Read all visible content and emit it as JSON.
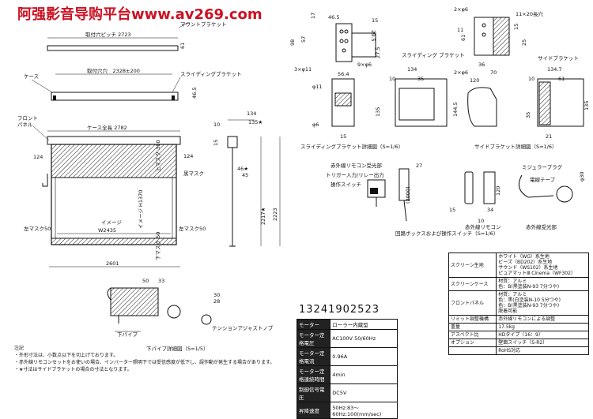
{
  "watermark": {
    "text": "阿强影音导购平台www.av269.com"
  },
  "phone": "13241902523",
  "front_view": {
    "top_mount_width": "取付穴ピッチ 2723",
    "top_height": "61",
    "top_tag": "マウントブラケット",
    "case_label": "ケース",
    "sliding_label": "スライディングブラケット",
    "mount_pitch": "取付穴穴　2328±200",
    "case_h": "46.5",
    "front_panel": "フロント\nパネル",
    "case_total": "ケース全長 2782",
    "left_124": "124",
    "right_124": "124",
    "top_mask": "上マスク 350",
    "black_mask": "黒マスク",
    "image_h": "イメージ H1370",
    "image_w_label": "イメージ",
    "image_w": "W2435",
    "left_mask": "左マスク50",
    "right_mask": "左マスク50",
    "bottom_mask": "下マスク 50",
    "total_w": "2601",
    "h_2217": "2217★",
    "h_2223": "2223"
  },
  "side_view": {
    "d134": "134",
    "d135": "135★",
    "d10": "10",
    "d15": "15",
    "d46": "46★",
    "d45": "45"
  },
  "bracket_detail": {
    "t46_5": "46.5",
    "t17": "17",
    "t29_5": "29.5",
    "t15": "15",
    "t98": "98",
    "t57": "57",
    "t9x6": "9×φ6",
    "t27_5": "27.5",
    "t3x11": "3×φ11",
    "slide_tag": "スライディング ブラケット",
    "d56_4": "56.4",
    "d11": "φ11",
    "d134": "134",
    "d10": "10",
    "d35": "35",
    "d144": "144.5",
    "d135": "135",
    "d6": "φ6",
    "d15": "15",
    "caption": "スライディングブラケット詳細図（S=1/6）"
  },
  "side_bracket": {
    "t2x6a": "2×φ6",
    "t11x20": "11×20長穴",
    "t61": "61",
    "t15": "15",
    "t25": "25",
    "t11": "11",
    "t36": "36",
    "tag": "サイドブラケット",
    "d134_7": "134.7",
    "d10": "10",
    "d61": "61",
    "t2x6b": "2×φ6",
    "d70": "70",
    "d120": "120",
    "d135": "135",
    "d35": "35",
    "d21": "21",
    "caption": "サイドブラケット詳細図（S=1/6）"
  },
  "switch_box": {
    "ir_label": "赤外線リモコン受光部",
    "trigger": "トリガー入力/リレー出力",
    "switch": "操作スイッチ",
    "d27": "27",
    "d2000": "(2000)",
    "caption": "回路ボックスおよび操作スイッチ（S=1/6）"
  },
  "remote": {
    "d15": "15",
    "d34": "34",
    "d120": "120",
    "d10": "10",
    "r_caption": "赤外線リモコン",
    "mj_plug": "ミジュラープラグ",
    "tape": "電線テープ",
    "d30": "φ30",
    "recv_caption": "赤外線受光部"
  },
  "pipe_detail": {
    "d50": "50",
    "d33": "33",
    "d28": "28",
    "d30": "30",
    "tension": "テンションアジャストノブ",
    "pipe_label": "下パイプ",
    "caption": "下パイプ詳細図（S=1/5）"
  },
  "notes": {
    "title": "注記",
    "lines": [
      "・外形寸法は、小数点以下を切上げております。",
      "・赤外線リモコンセットをお使いの場合、インバーター照明下では受信感度が低下し、誤作動が発生する場合があります。",
      "・★寸法はサイドブラケットの場合の寸法となります。"
    ]
  },
  "motor_table": {
    "rows": [
      {
        "k": "モーター",
        "v": "ローラー内蔵型"
      },
      {
        "k": "モーター定格電圧",
        "v": "AC100V 50/60Hz"
      },
      {
        "k": "モーター定格電流",
        "v": "0.96A"
      },
      {
        "k": "モーター定格連続時間",
        "v": "4min"
      },
      {
        "k": "制御信号電圧",
        "v": "DC5V"
      },
      {
        "k": "昇降速度",
        "v": "50Hz:83～60Hz:100(mm/sec)"
      }
    ]
  },
  "spec_table": {
    "rows": [
      {
        "k": "スクリーン生地",
        "v": "ホワイト（WG）系生地\nビーズ（BD202）系生地\nサウンド（WS102）系生地\nピュアマットⅢ Cinema（WF302）"
      },
      {
        "k": "スクリーンケース",
        "v": "材質：アルミ\n色：B(黒塗装N-93 7分つや)"
      },
      {
        "k": "フロントパネル",
        "v": "材質：アルミ\n色：黒(白塗装N-10 5分つや)\n色：B(黒塗装N-93 7分つや)\n脱着可能"
      },
      {
        "k": "リミット調整機構",
        "v": "赤外線リモコンによる調整"
      },
      {
        "k": "重量",
        "v": "17.5kg"
      },
      {
        "k": "アスペクト比",
        "v": "HDタイプ（16：9）"
      },
      {
        "k": "オプション",
        "v": "壁面スイッチ（S-R2）"
      },
      {
        "k": "",
        "v": "RoHS対応"
      }
    ]
  }
}
